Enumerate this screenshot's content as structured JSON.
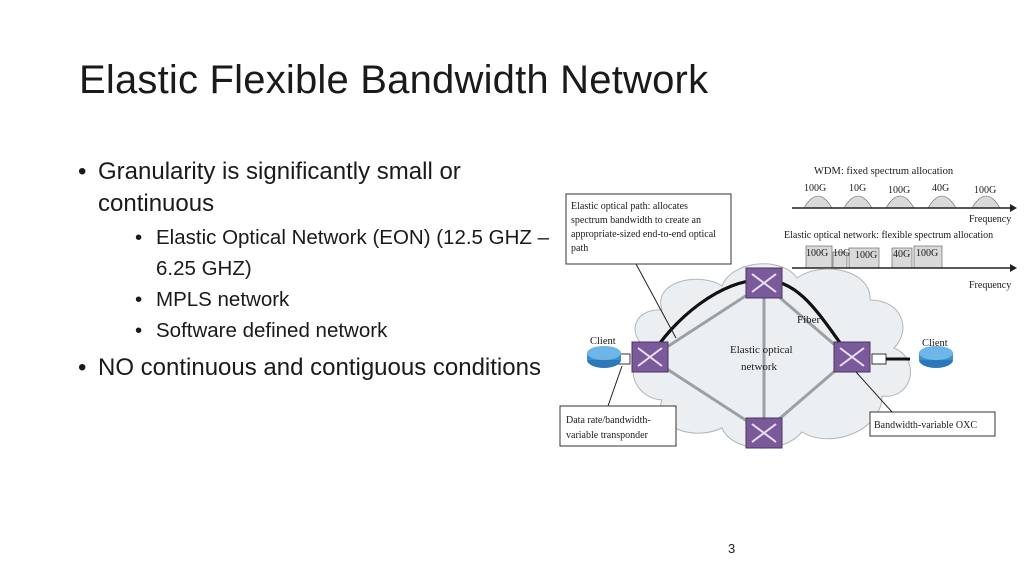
{
  "slide": {
    "title": "Elastic Flexible Bandwidth Network",
    "page_number": "3"
  },
  "bullets": [
    {
      "text": "Granularity is significantly small or continuous",
      "sub": [
        "Elastic Optical Network (EON) (12.5 GHZ – 6.25 GHZ)",
        "MPLS network",
        "Software defined network"
      ]
    },
    {
      "text": "NO continuous and contiguous conditions"
    }
  ],
  "diagram": {
    "wdm_title": "WDM: fixed spectrum allocation",
    "wdm_channels": [
      "100G",
      "10G",
      "100G",
      "40G",
      "100G"
    ],
    "frequency_label": "Frequency",
    "eon_title": "Elastic optical network: flexible spectrum allocation",
    "eon_channels": [
      "100G",
      "10G",
      "100G",
      "40G",
      "100G"
    ],
    "frequency_label_2": "Frequency",
    "callout_path": [
      "Elastic optical path: allocates",
      "spectrum bandwidth to create an",
      "appropriate-sized end-to-end optical",
      "path"
    ],
    "fiber_label": "Fiber",
    "network_label": [
      "Elastic optical",
      "network"
    ],
    "client_left": "Client",
    "client_right": "Client",
    "callout_transponder": [
      "Data rate/bandwidth-",
      "variable transponder"
    ],
    "callout_oxc": "Bandwidth-variable OXC",
    "colors": {
      "router_blue": "#3a8fd0",
      "oxc_purple": "#7a5a9a",
      "cloud_fill": "#eceff1"
    }
  }
}
